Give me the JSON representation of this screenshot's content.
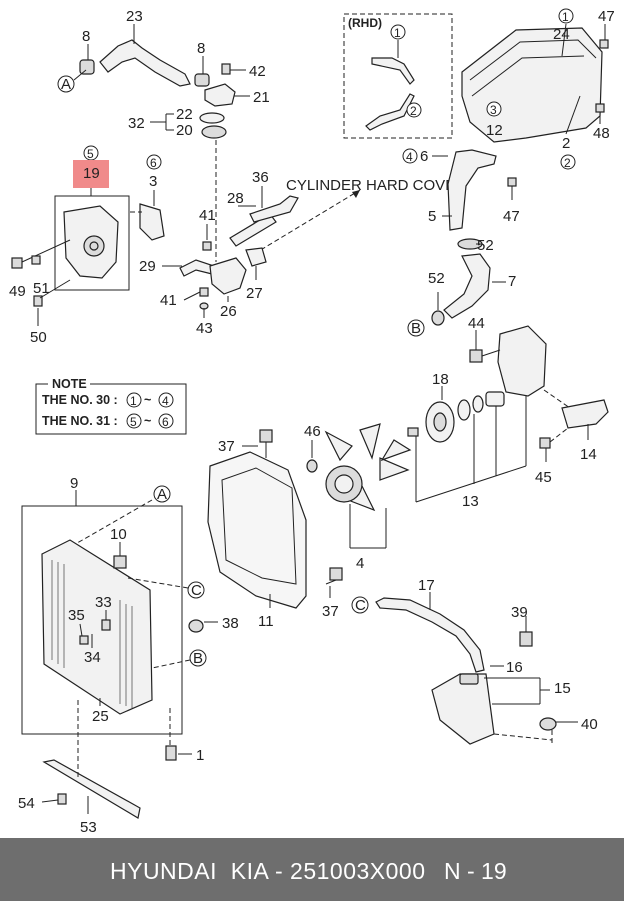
{
  "highlight": {
    "ref_circle": "5",
    "part_number": "19",
    "color": "#f08a8a"
  },
  "callouts": {
    "cylinder_hard_cover": "CYLINDER HARD COVER",
    "rhd": "(RHD)"
  },
  "note": {
    "title": "NOTE",
    "line1_prefix": "THE NO. 30 :",
    "line1_from": "1",
    "line1_to": "4",
    "line2_prefix": "THE NO. 31 :",
    "line2_from": "5",
    "line2_to": "6",
    "range_sep": "~"
  },
  "labels": {
    "n23": "23",
    "n8a": "8",
    "A1": "A",
    "n8b": "8",
    "n42": "42",
    "n21": "21",
    "n32": "32",
    "n22": "22",
    "n20": "20",
    "n6c": "6",
    "n3": "3",
    "n41a": "41",
    "n28": "28",
    "n36": "36",
    "n29": "29",
    "n41b": "41",
    "n43": "43",
    "n26": "26",
    "n27": "27",
    "n49": "49",
    "n51": "51",
    "n50": "50",
    "c2a": "2",
    "c1a": "1",
    "c1b": "1",
    "n24": "24",
    "n47a": "47",
    "n48": "48",
    "c3": "3",
    "n12": "12",
    "n2": "2",
    "c2b": "2",
    "c4": "4",
    "n6": "6",
    "n5": "5",
    "n47b": "47",
    "n52a": "52",
    "n52b": "52",
    "n7": "7",
    "B1": "B",
    "n44": "44",
    "n18": "18",
    "n14": "14",
    "n45": "45",
    "n13": "13",
    "n37a": "37",
    "n46": "46",
    "n4": "4",
    "n11": "11",
    "n37b": "37",
    "n9": "9",
    "A2": "A",
    "n10": "10",
    "C1": "C",
    "n33": "33",
    "n35": "35",
    "n34": "34",
    "n38": "38",
    "B2": "B",
    "n25": "25",
    "n1": "1",
    "n54": "54",
    "n53": "53",
    "n17": "17",
    "C2": "C",
    "n39": "39",
    "n16": "16",
    "n15": "15",
    "n40": "40"
  },
  "footer": {
    "brand": "HYUNDAI  KIA - 251003X000",
    "page": "N - 19"
  }
}
